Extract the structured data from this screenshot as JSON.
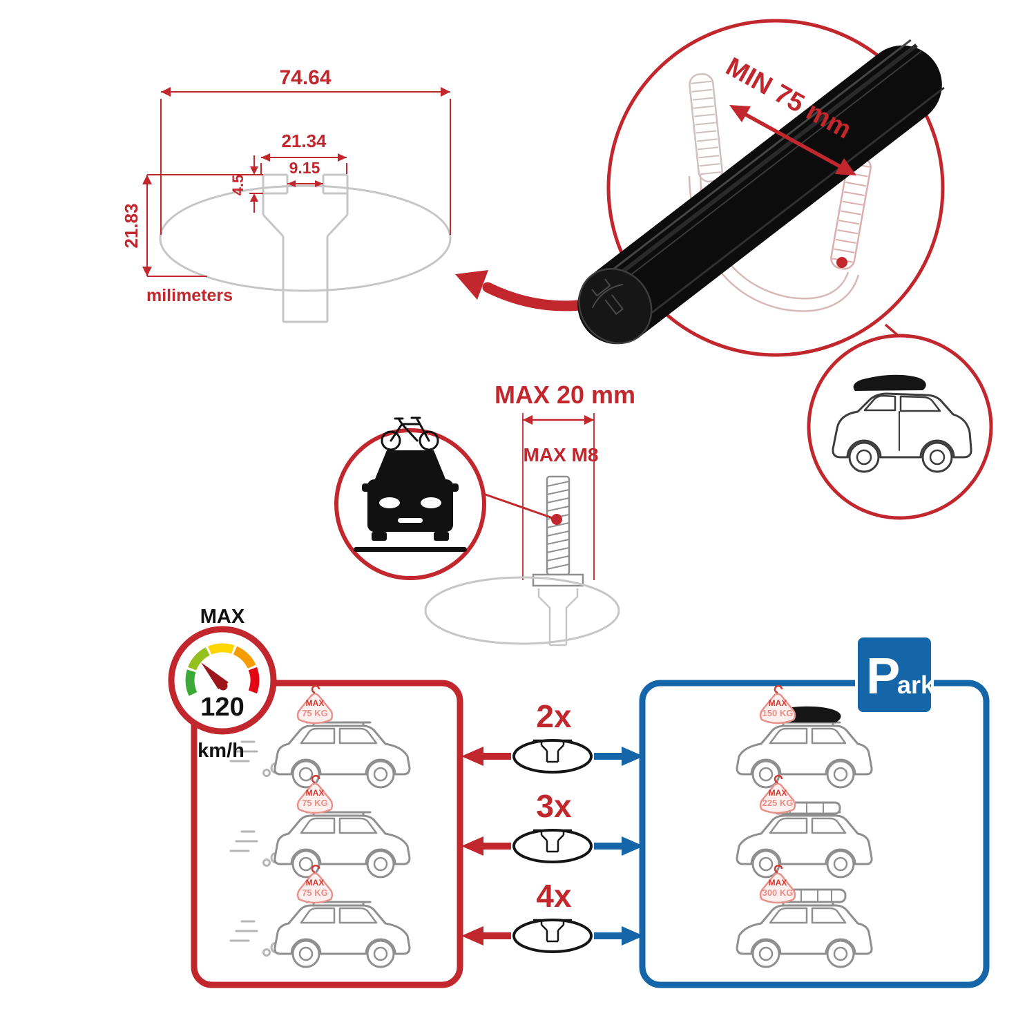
{
  "colors": {
    "red": "#c1272d",
    "blue": "#1566a9",
    "gray": "#c6c6c6",
    "black": "#111111"
  },
  "dimension_diagram": {
    "total_width": "74.64",
    "channel_width": "21.34",
    "slot_width": "9.15",
    "lip_height": "4.5",
    "profile_height": "21.83",
    "unit_label": "milimeters"
  },
  "crossbar_detail": {
    "min_span_label": "MIN 75 mm"
  },
  "bolt_detail": {
    "max_length_label": "MAX 20 mm",
    "max_thread_label": "MAX M8"
  },
  "speed_gauge": {
    "max_label": "MAX",
    "value": "120",
    "unit": "km/h"
  },
  "park_sign": {
    "letter_p": "P",
    "letters_ark": "ark"
  },
  "driving_section": {
    "cars": [
      {
        "load_line1": "MAX",
        "load_line2": "75 KG"
      },
      {
        "load_line1": "MAX",
        "load_line2": "75 KG"
      },
      {
        "load_line1": "MAX",
        "load_line2": "75 KG"
      }
    ]
  },
  "bar_options": [
    {
      "count_label": "2x"
    },
    {
      "count_label": "3x"
    },
    {
      "count_label": "4x"
    }
  ],
  "parked_section": {
    "cars": [
      {
        "load_line1": "MAX",
        "load_line2": "150 KG"
      },
      {
        "load_line1": "MAX",
        "load_line2": "225 KG"
      },
      {
        "load_line1": "MAX",
        "load_line2": "300 KG"
      }
    ]
  }
}
